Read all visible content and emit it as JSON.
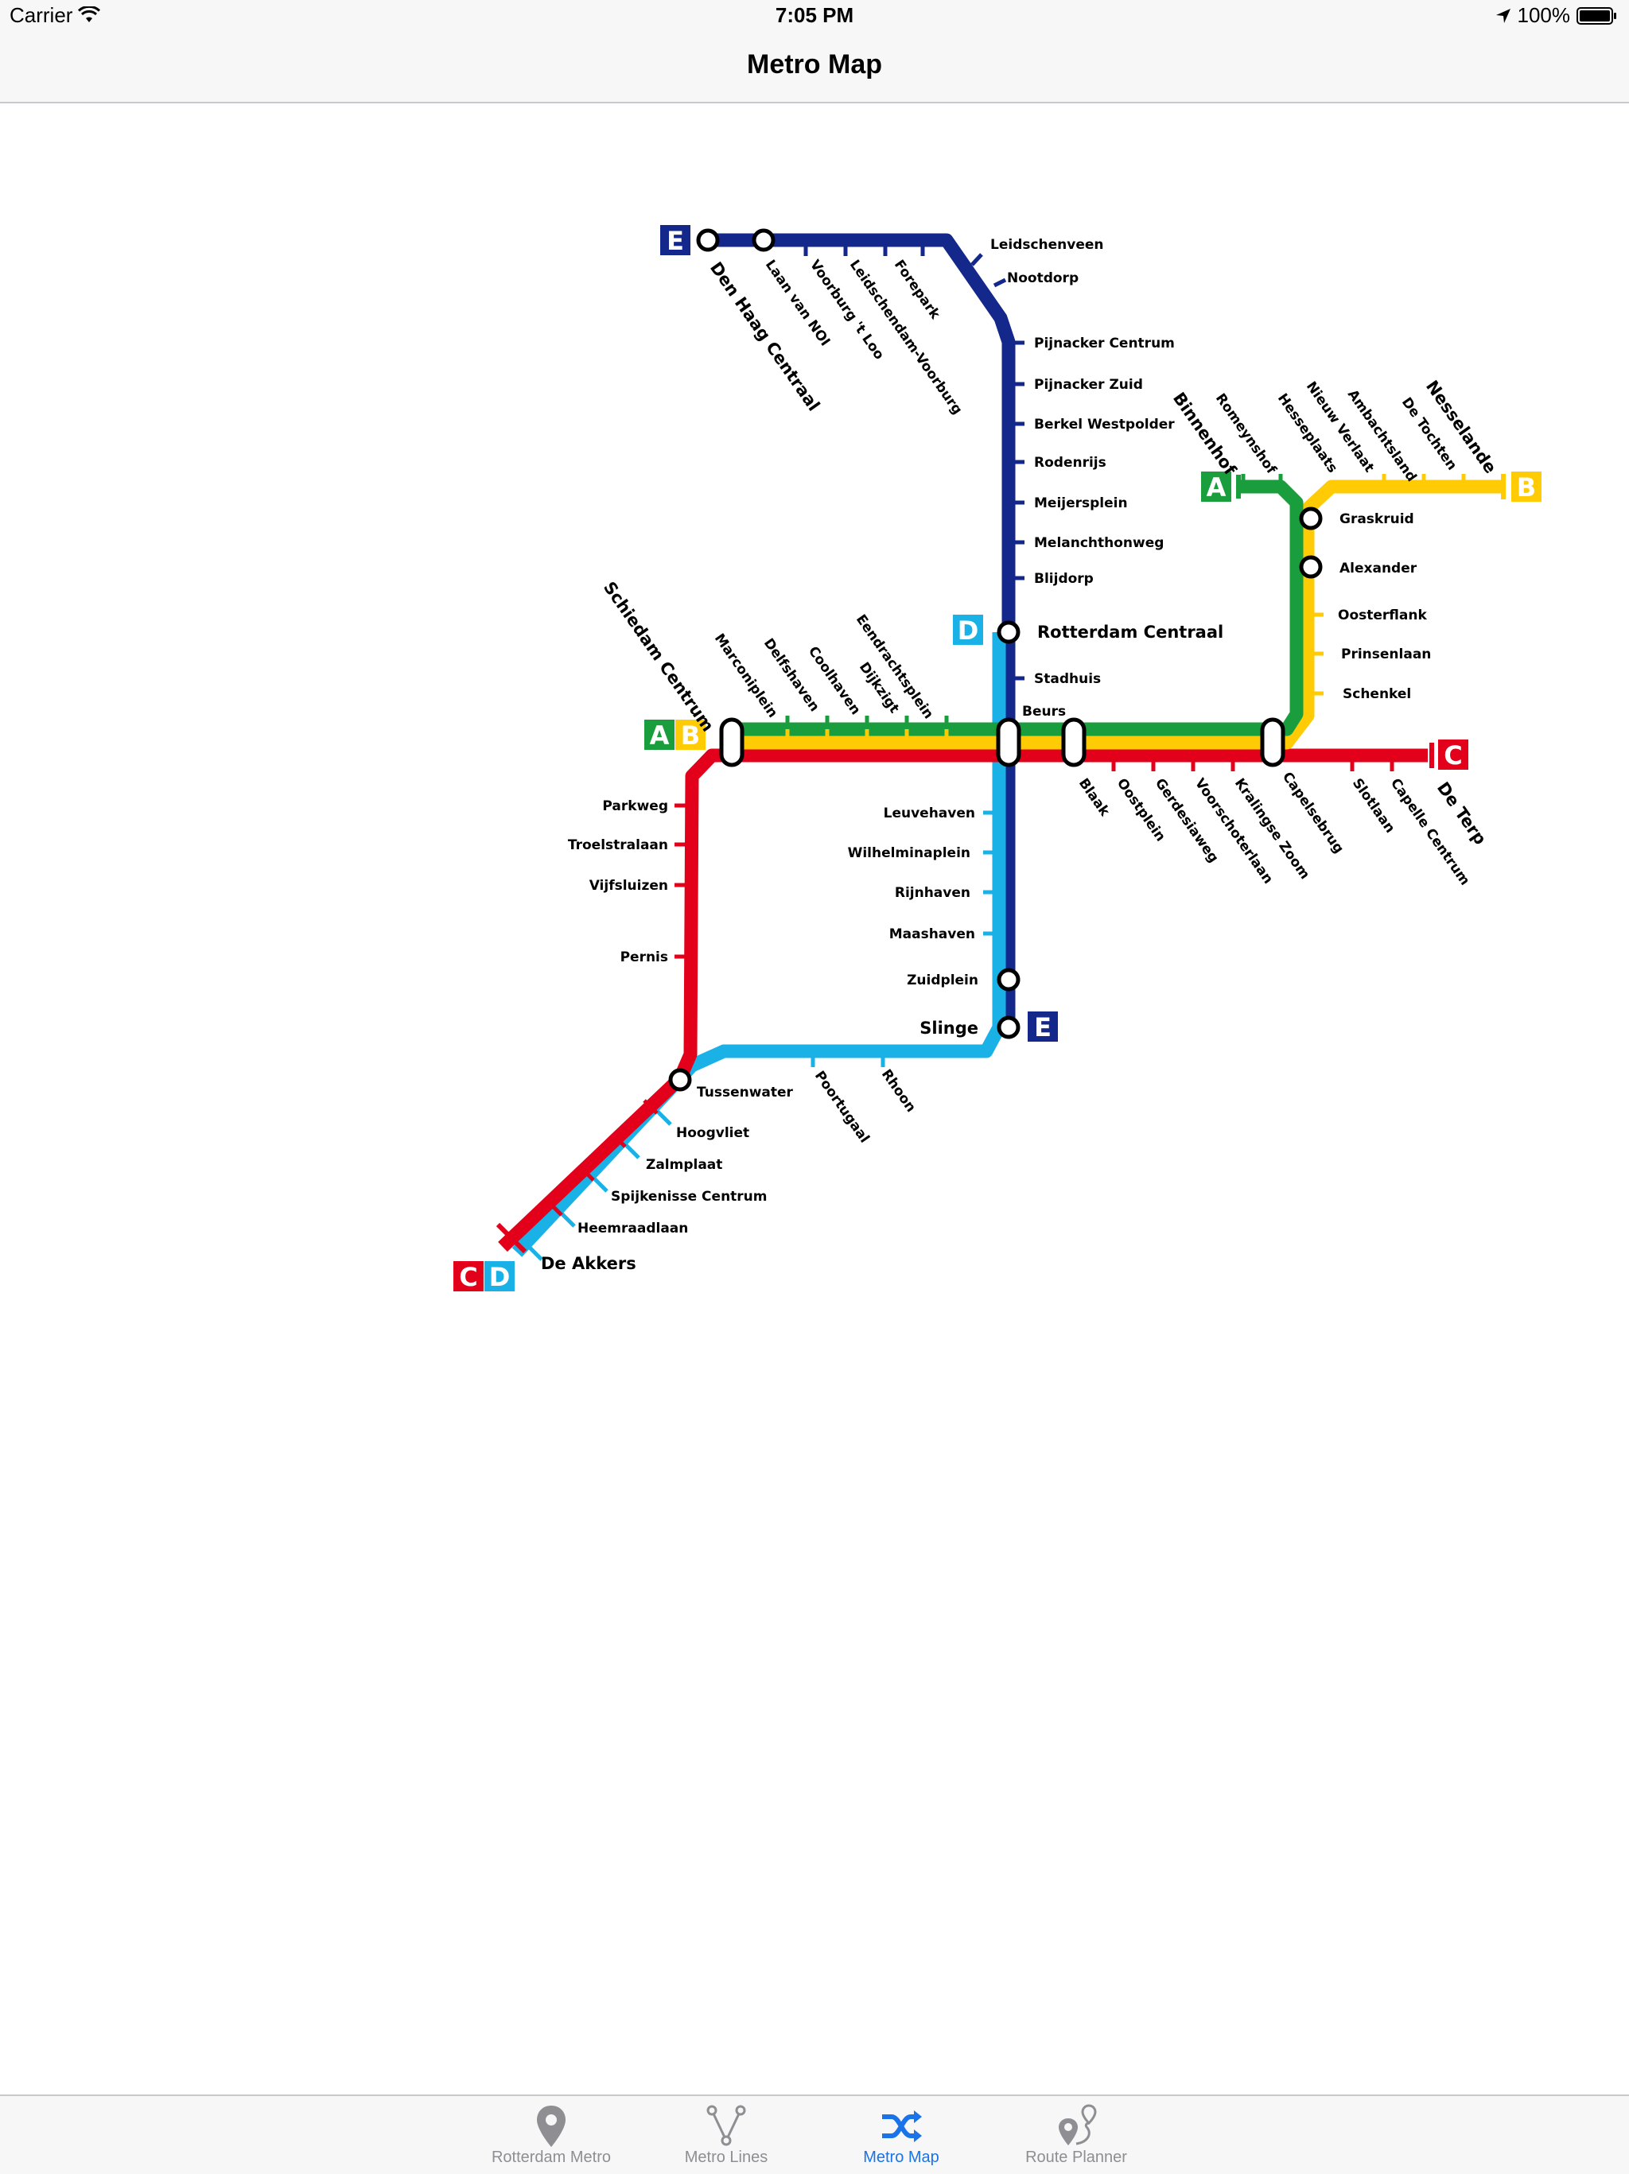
{
  "status_bar": {
    "carrier": "Carrier",
    "time": "7:05 PM",
    "battery": "100%"
  },
  "nav": {
    "title": "Metro Map"
  },
  "colors": {
    "line_a": "#1a9e3d",
    "line_b": "#ffcb05",
    "line_c": "#e2001a",
    "line_d": "#1ab2e6",
    "line_e": "#14278b",
    "tab_active": "#1a73e8",
    "tab_inactive": "#8e8e93"
  },
  "map": {
    "badges": {
      "a": "A",
      "b": "B",
      "c": "C",
      "d": "D",
      "e": "E"
    },
    "stations": {
      "den_haag_centraal": "Den Haag Centraal",
      "laan_van_noi": "Laan van NOI",
      "voorburg_t_loo": "Voorburg 't Loo",
      "leidschendam_voorburg": "Leidschendam-Voorburg",
      "forepark": "Forepark",
      "leidschenveen": "Leidschenveen",
      "nootdorp": "Nootdorp",
      "pijnacker_centrum": "Pijnacker Centrum",
      "pijnacker_zuid": "Pijnacker Zuid",
      "berkel_westpolder": "Berkel Westpolder",
      "rodenrijs": "Rodenrijs",
      "meijersplein": "Meijersplein",
      "melanchthonweg": "Melanchthonweg",
      "blijdorp": "Blijdorp",
      "rotterdam_centraal": "Rotterdam Centraal",
      "stadhuis": "Stadhuis",
      "beurs": "Beurs",
      "schiedam_centrum": "Schiedam Centrum",
      "marconiplein": "Marconiplein",
      "delfshaven": "Delfshaven",
      "coolhaven": "Coolhaven",
      "dijkzigt": "Dijkzigt",
      "eendrachtsplein": "Eendrachtsplein",
      "binnenhof": "Binnenhof",
      "romeynshof": "Romeynshof",
      "hesseplaats": "Hesseplaats",
      "nieuw_verlaat": "Nieuw Verlaat",
      "ambachtsland": "Ambachtsland",
      "de_tochten": "De Tochten",
      "nesselande": "Nesselande",
      "graskruid": "Graskruid",
      "alexander": "Alexander",
      "oosterflank": "Oosterflank",
      "prinsenlaan": "Prinsenlaan",
      "schenkel": "Schenkel",
      "blaak": "Blaak",
      "oostplein": "Oostplein",
      "gerdesiaweg": "Gerdesiaweg",
      "voorschoterlaan": "Voorschoterlaan",
      "kralingse_zoom": "Kralingse Zoom",
      "capelsebrug": "Capelsebrug",
      "slotlaan": "Slotlaan",
      "capelle_centrum": "Capelle Centrum",
      "de_terp": "De Terp",
      "parkweg": "Parkweg",
      "troelstralaan": "Troelstralaan",
      "vijfsluizen": "Vijfsluizen",
      "pernis": "Pernis",
      "leuvehaven": "Leuvehaven",
      "wilhelminaplein": "Wilhelminaplein",
      "rijnhaven": "Rijnhaven",
      "maashaven": "Maashaven",
      "zuidplein": "Zuidplein",
      "slinge": "Slinge",
      "rhoon": "Rhoon",
      "poortugaal": "Poortugaal",
      "tussenwater": "Tussenwater",
      "hoogvliet": "Hoogvliet",
      "zalmplaat": "Zalmplaat",
      "spijkenisse_centrum": "Spijkenisse Centrum",
      "heemraadlaan": "Heemraadlaan",
      "de_akkers": "De Akkers"
    }
  },
  "tabs": [
    {
      "label": "Rotterdam Metro",
      "icon": "map-pin-icon",
      "active": false
    },
    {
      "label": "Metro Lines",
      "icon": "network-icon",
      "active": false
    },
    {
      "label": "Metro Map",
      "icon": "shuffle-icon",
      "active": true
    },
    {
      "label": "Route Planner",
      "icon": "route-icon",
      "active": false
    }
  ]
}
